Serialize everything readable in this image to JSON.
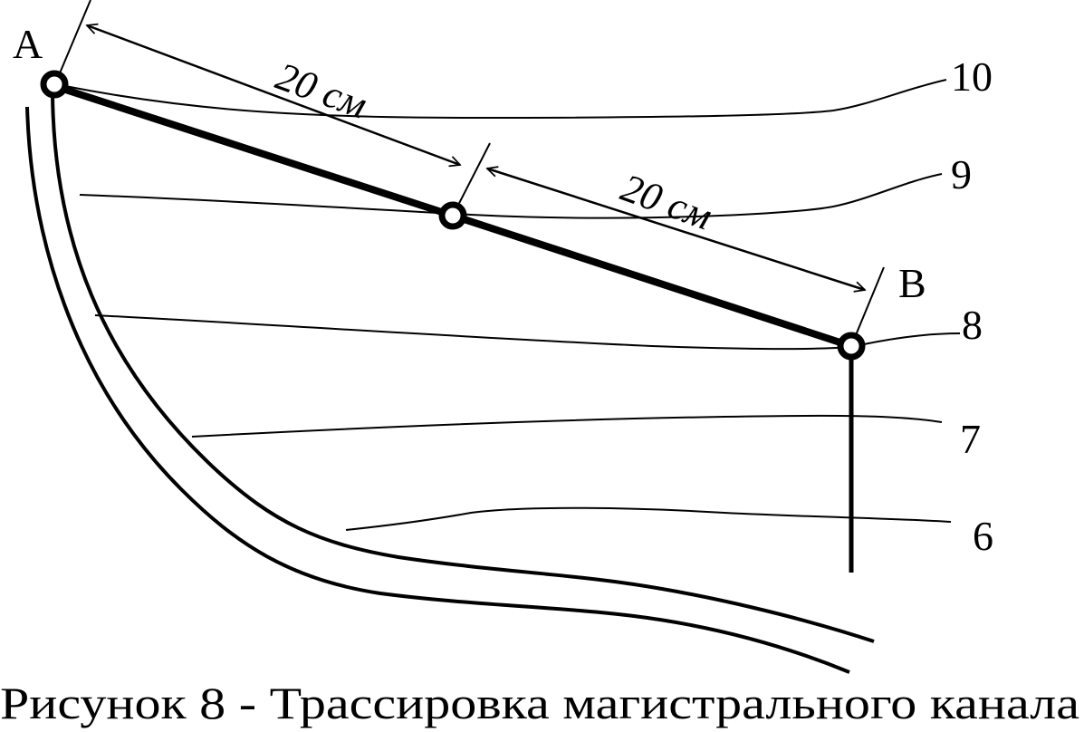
{
  "points": {
    "a": "A",
    "b": "B"
  },
  "distances": {
    "first": "20 см",
    "second": "20 см"
  },
  "contours": [
    "10",
    "9",
    "8",
    "7",
    "6"
  ],
  "caption": "Рисунок 8 - Трассировка магистрального канала",
  "colors": {
    "ink": "#000000",
    "background": "#ffffff"
  }
}
